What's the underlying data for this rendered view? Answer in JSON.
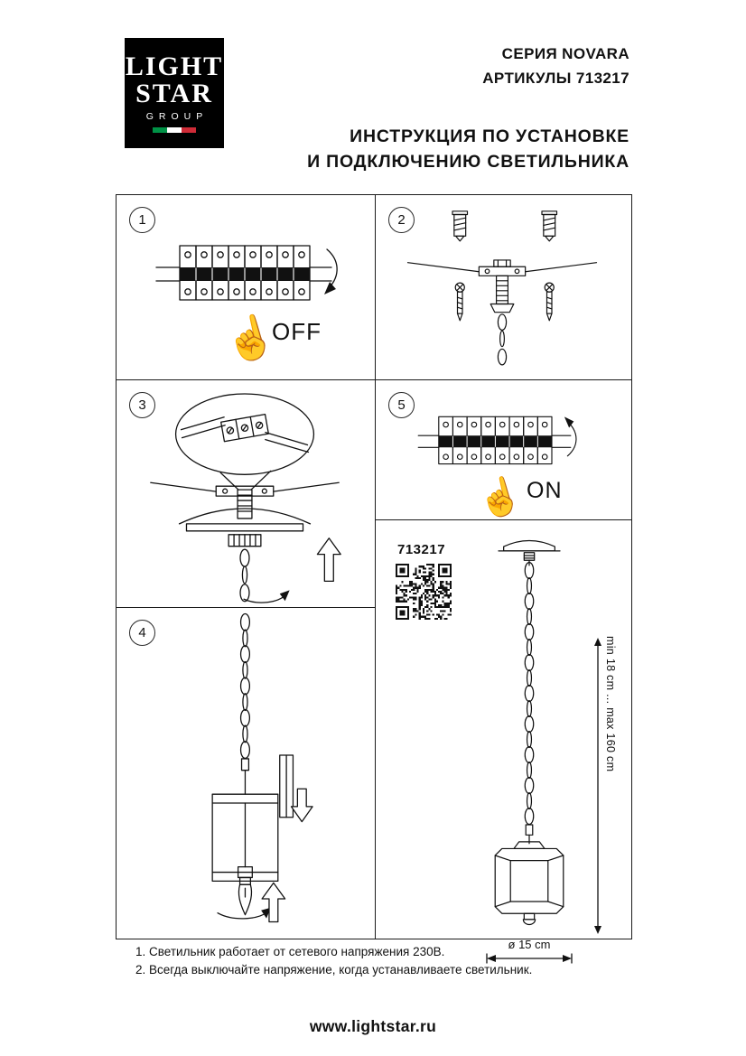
{
  "brand": {
    "logo_line1": "LIGHT",
    "logo_line2": "STAR",
    "logo_group": "GROUP"
  },
  "header": {
    "series": "СЕРИЯ NOVARA",
    "articles": "АРТИКУЛЫ 713217",
    "title_line1": "ИНСТРУКЦИЯ ПО УСТАНОВКЕ",
    "title_line2": "И ПОДКЛЮЧЕНИЮ СВЕТИЛЬНИКА"
  },
  "steps": {
    "step1": {
      "number": "1",
      "switch_label": "OFF"
    },
    "step2": {
      "number": "2"
    },
    "step3": {
      "number": "3"
    },
    "step4": {
      "number": "4"
    },
    "step5": {
      "number": "5",
      "switch_label": "ON"
    }
  },
  "product": {
    "article": "713217",
    "height_range": "min 18 cm ... max 160 cm",
    "diameter": "ø 15 cm"
  },
  "icons": {
    "pointing_hand": "☝"
  },
  "colors": {
    "ink": "#111111",
    "flag_green": "#009246",
    "flag_red": "#ce2b37"
  },
  "notes": {
    "line1": "1. Светильник работает от сетевого напряжения 230В.",
    "line2": "2. Всегда выключайте напряжение, когда устанавливаете светильник."
  },
  "footer": {
    "website": "www.lightstar.ru"
  }
}
